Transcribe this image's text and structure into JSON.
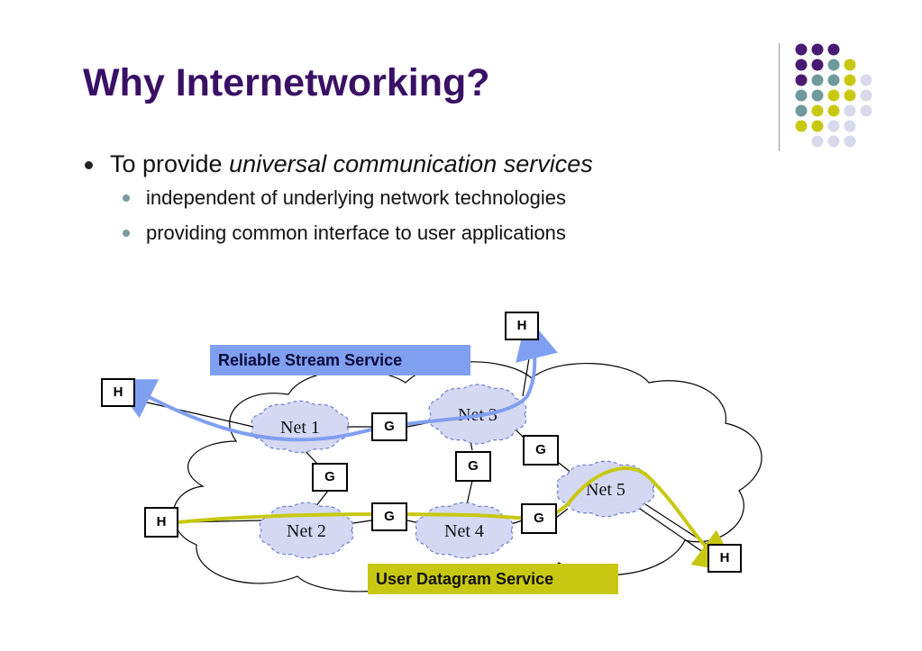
{
  "slide": {
    "title": "Why Internetworking?",
    "bullet_main_prefix": "To provide ",
    "bullet_main_emphasis": "universal communication services",
    "sub_bullets": [
      "independent of underlying network technologies",
      "providing common interface to user applications"
    ]
  },
  "diagram": {
    "nets": [
      "Net 1",
      "Net 2",
      "Net 3",
      "Net 4",
      "Net 5"
    ],
    "gateway_label": "G",
    "host_label": "H",
    "reliable_service_label": "Reliable Stream Service",
    "datagram_service_label": "User Datagram Service"
  },
  "colors": {
    "title": "#3a1065",
    "reliable_path": "#7f9ff0",
    "datagram_path": "#c8c812",
    "net_cloud_fill": "#d4d8f2",
    "net_cloud_stroke": "#6c7fd0",
    "dot_purple": "#4a1a72",
    "dot_teal": "#6f9a9d",
    "dot_yellow": "#c8c812",
    "dot_lavender": "#d9d9ec"
  }
}
